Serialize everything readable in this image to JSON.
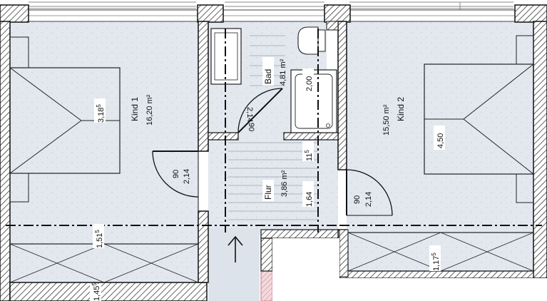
{
  "rooms": {
    "kind1": {
      "name": "Kind 1",
      "area": "16,20 m²"
    },
    "kind2": {
      "name": "Kind 2",
      "area": "15,50 m²"
    },
    "bad": {
      "name": "Bad",
      "area": "4,81 m²"
    },
    "flur": {
      "name": "Flur",
      "area": "3,86 m²"
    }
  },
  "dimensions": {
    "kind1_width": {
      "main": "3,18",
      "sup": "5"
    },
    "kind1_lower": {
      "main": "1,51",
      "sup": "5"
    },
    "bottom_left": {
      "main": "1,45",
      "sup": "5"
    },
    "door_left_w": "90",
    "door_left_h": "2,14",
    "bad_door_w": "90",
    "bad_door_h": "2,14",
    "bad_height": "2,00",
    "flur_gap": {
      "main": "11",
      "sup": "5"
    },
    "flur_height": "1,64",
    "door_right_w": "90",
    "door_right_h": "2,14",
    "kind2_width": "4,50",
    "kind2_lower": {
      "main": "1,17",
      "sup": "5"
    }
  },
  "colors": {
    "floor": "#e3e8ef",
    "wall": "#1a1a1a",
    "line": "#222222",
    "fixture": "#ffffff",
    "bg": "#ffffff",
    "accent_red": "#d8a3a8"
  }
}
